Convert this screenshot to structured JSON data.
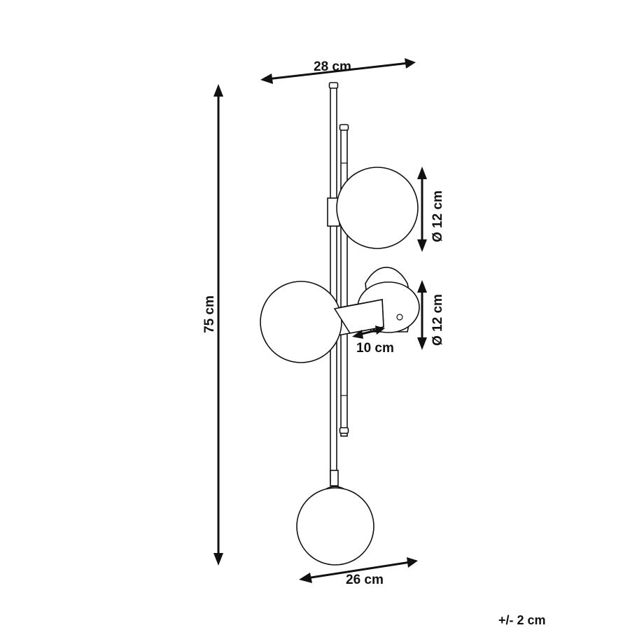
{
  "dimensions": {
    "top_width": "28 cm",
    "height": "75 cm",
    "globe_top_diameter": "Ø 12 cm",
    "base_diameter": "Ø 12 cm",
    "arm_depth": "10 cm",
    "bottom_width": "26 cm"
  },
  "tolerance": "+/- 2 cm",
  "colors": {
    "line": "#111111",
    "background": "#ffffff"
  }
}
